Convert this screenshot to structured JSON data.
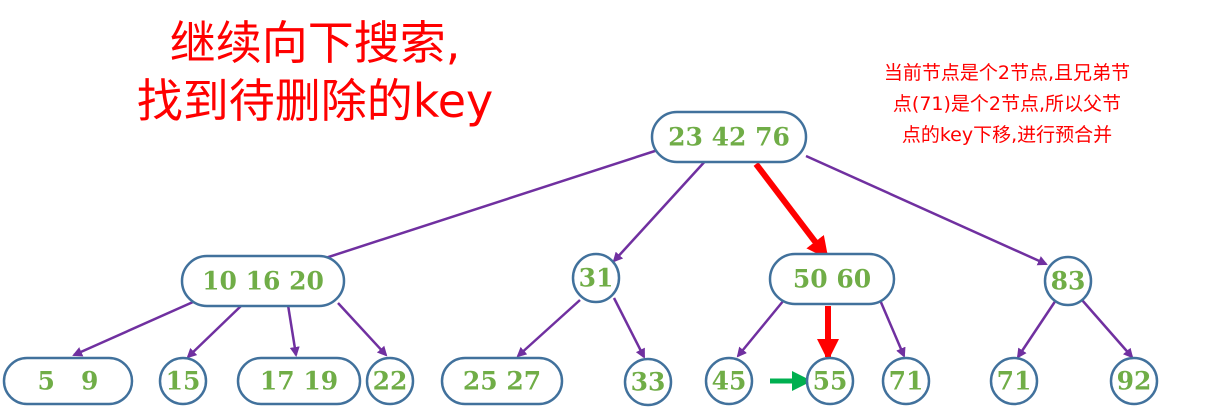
{
  "title": {
    "line1": "继续向下搜索,",
    "line2": "找到待删除的key"
  },
  "note": {
    "line1": "当前节点是个2节点,且兄弟节",
    "line2": "点(71)是个2节点,所以父节",
    "line3": "点的key下移,进行预合并"
  },
  "colors": {
    "edge": "#7030a0",
    "highlight_edge": "#ff0000",
    "merge_arrow": "#00b050",
    "node_border": "#41719c",
    "node_text": "#70ad47",
    "title_text": "#ff0000"
  },
  "nodes": {
    "root": "23 42 76",
    "l1_a": "10 16 20",
    "l1_b": "31",
    "l1_c": "50 60",
    "l1_d": "83",
    "l2_a": "5   9",
    "l2_b": "15",
    "l2_c": "17 19",
    "l2_d": "22",
    "l2_e": "25 27",
    "l2_f": "33",
    "l2_g": "45",
    "l2_h": "55",
    "l2_i": "71",
    "l2_j": "71",
    "l2_k": "92"
  }
}
